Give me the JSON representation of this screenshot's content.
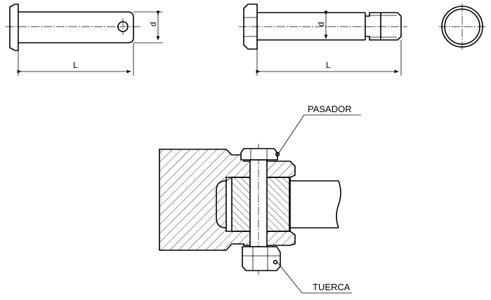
{
  "labels": {
    "pin": "PASADOR",
    "nut": "TUERCA"
  },
  "dimensions": {
    "length_clevis_pin": "L",
    "diameter_clevis_pin": "d",
    "length_threaded_pin": "L",
    "diameter_threaded_pin": "d"
  },
  "colors": {
    "line": "#000000",
    "background": "#ffffff"
  }
}
